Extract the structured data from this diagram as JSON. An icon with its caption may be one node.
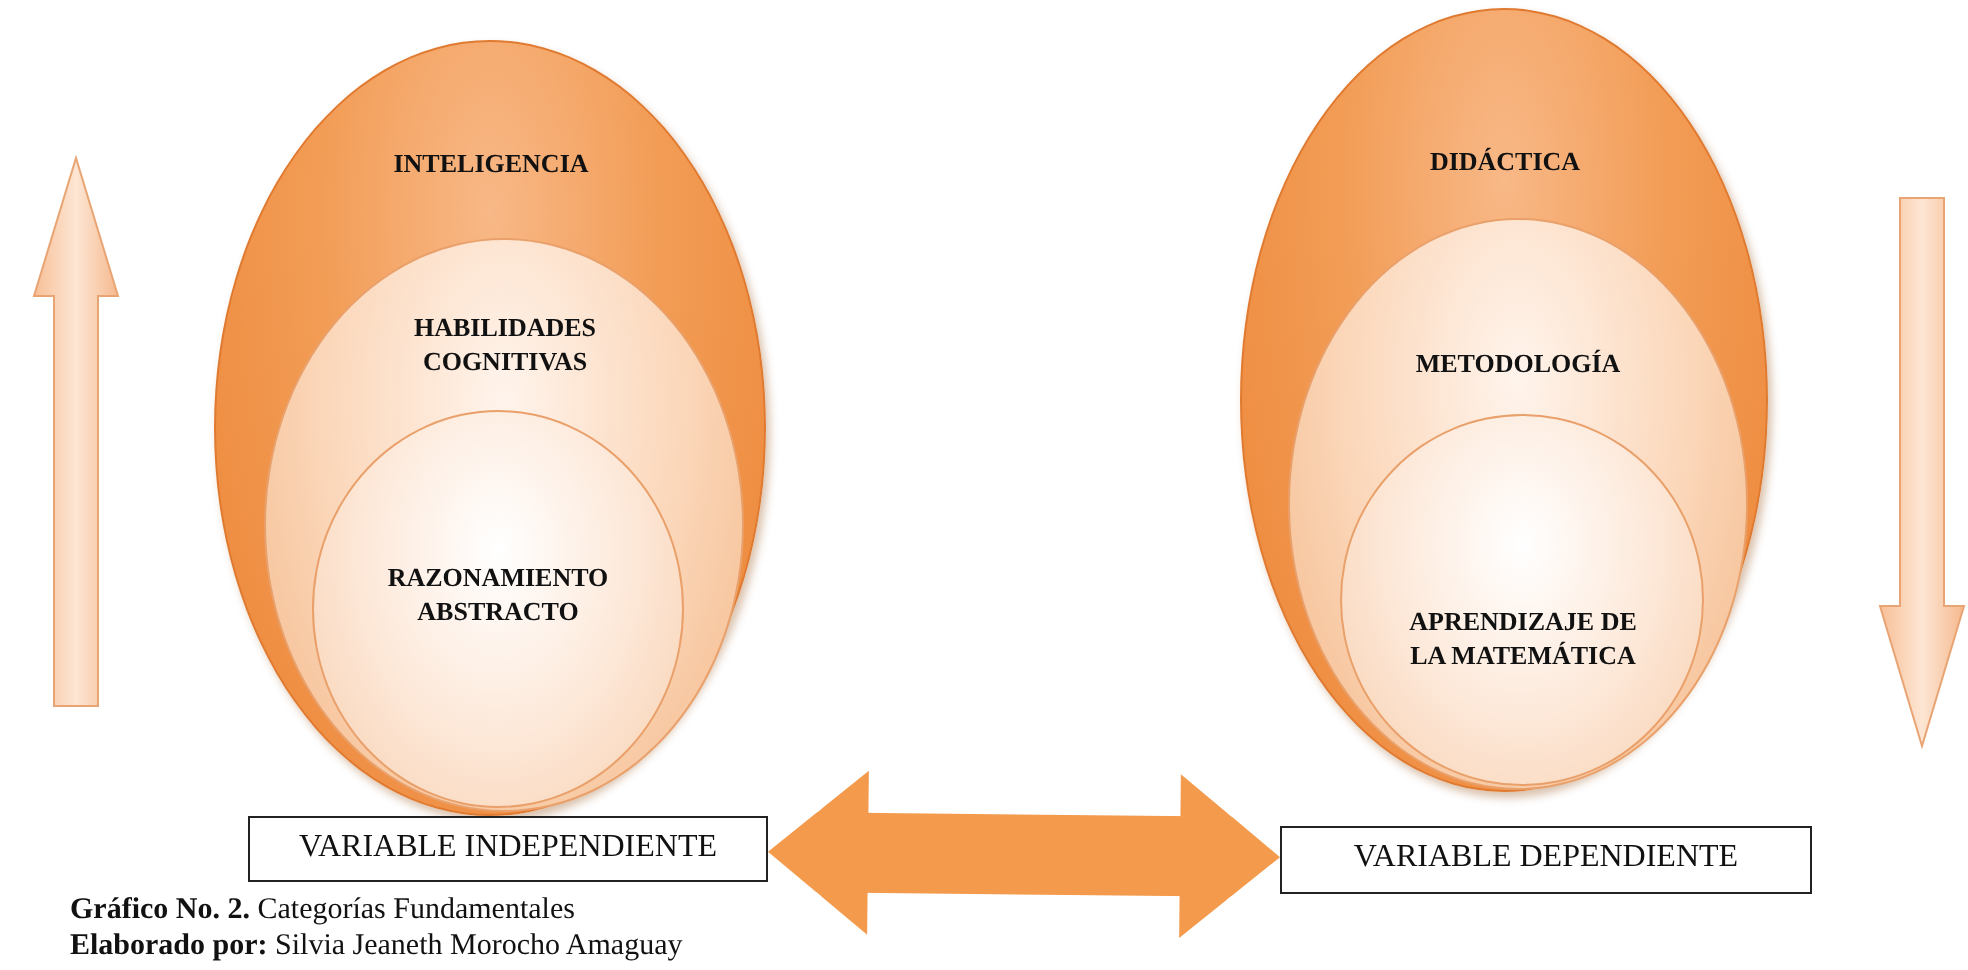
{
  "diagram": {
    "caption": "**Gráfico No. 2.** Categorías Fundamentales",
    "nodes": [
      {
        "text": [
          "INTELIGENCIA"
        ]
      },
      {
        "text": [
          "HABILIDADES COGNITIVAS"
        ],
        "in": 0
      },
      {
        "text": [
          "RAZONAMIENTO ABSTRACTO"
        ],
        "in": 1
      },
      {
        "text": [
          "DIDÁCTICA"
        ]
      },
      {
        "text": [
          "METODOLOGÍA"
        ],
        "in": 3
      },
      {
        "text": [
          "APRENDIZAJE DE LA MATEMÁTICA"
        ],
        "in": 4
      },
      {
        "text": [
          "VARIABLE INDEPENDIENTE"
        ]
      },
      {
        "text": [
          "VARIABLE DEPENDIENTE"
        ]
      }
    ],
    "edges": [
      {
        "from": 6,
        "to": 7,
        "arrow": "both"
      }
    ],
    "labels": [
      "**Elaborado por:** Silvia Jeaneth Morocho Amaguay"
    ]
  }
}
